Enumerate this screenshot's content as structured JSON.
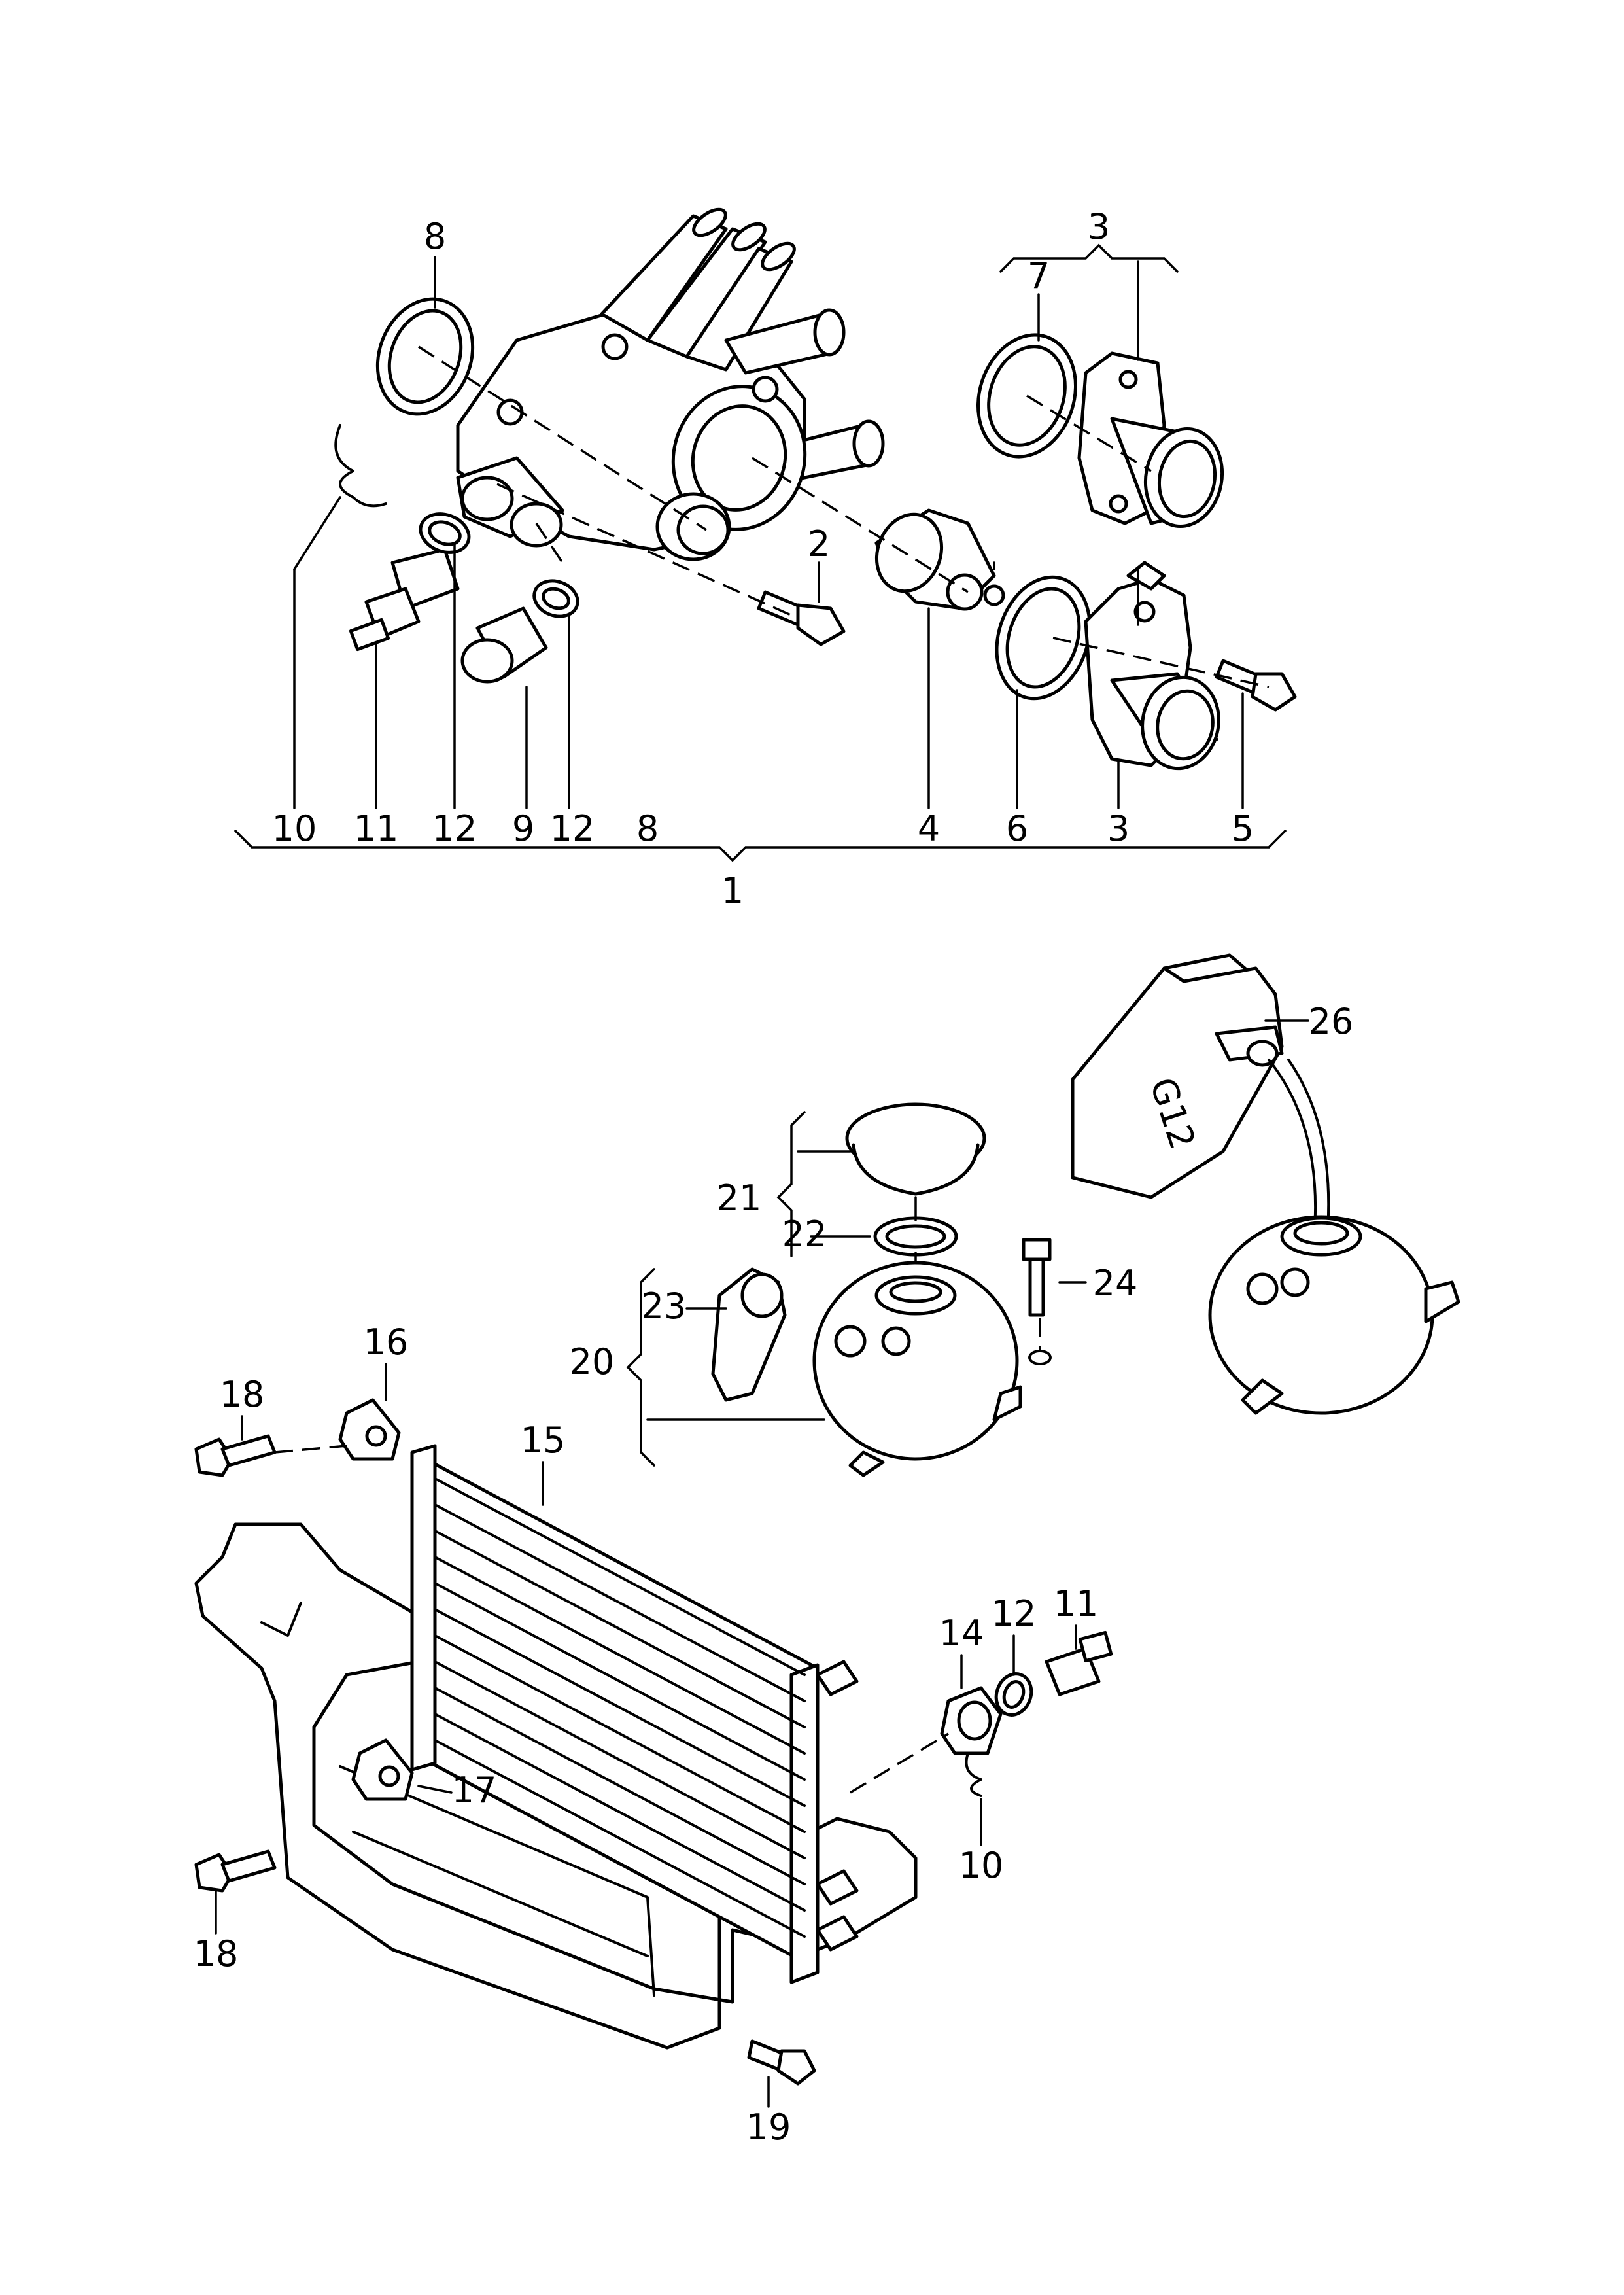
{
  "colors": {
    "line": "#000000",
    "background": "#ffffff"
  },
  "canister": {
    "label": "G12"
  },
  "callouts": [
    {
      "id": "c8-top",
      "text": "8"
    },
    {
      "id": "c3-top",
      "text": "3"
    },
    {
      "id": "c7",
      "text": "7"
    },
    {
      "id": "c2",
      "text": "2"
    },
    {
      "id": "c10-a",
      "text": "10"
    },
    {
      "id": "c11-a",
      "text": "11"
    },
    {
      "id": "c12-a",
      "text": "12"
    },
    {
      "id": "c9",
      "text": "9"
    },
    {
      "id": "c12-b",
      "text": "12"
    },
    {
      "id": "c8-bottom",
      "text": "8"
    },
    {
      "id": "c4",
      "text": "4"
    },
    {
      "id": "c6",
      "text": "6"
    },
    {
      "id": "c3-bottom",
      "text": "3"
    },
    {
      "id": "c5",
      "text": "5"
    },
    {
      "id": "c1",
      "text": "1"
    },
    {
      "id": "c26",
      "text": "26"
    },
    {
      "id": "c21",
      "text": "21"
    },
    {
      "id": "c22",
      "text": "22"
    },
    {
      "id": "c23",
      "text": "23"
    },
    {
      "id": "c24",
      "text": "24"
    },
    {
      "id": "c20",
      "text": "20"
    },
    {
      "id": "c16",
      "text": "16"
    },
    {
      "id": "c18-a",
      "text": "18"
    },
    {
      "id": "c15",
      "text": "15"
    },
    {
      "id": "c11-b",
      "text": "11"
    },
    {
      "id": "c12-c",
      "text": "12"
    },
    {
      "id": "c14",
      "text": "14"
    },
    {
      "id": "c17",
      "text": "17"
    },
    {
      "id": "c10-b",
      "text": "10"
    },
    {
      "id": "c18-b",
      "text": "18"
    },
    {
      "id": "c19",
      "text": "19"
    }
  ]
}
